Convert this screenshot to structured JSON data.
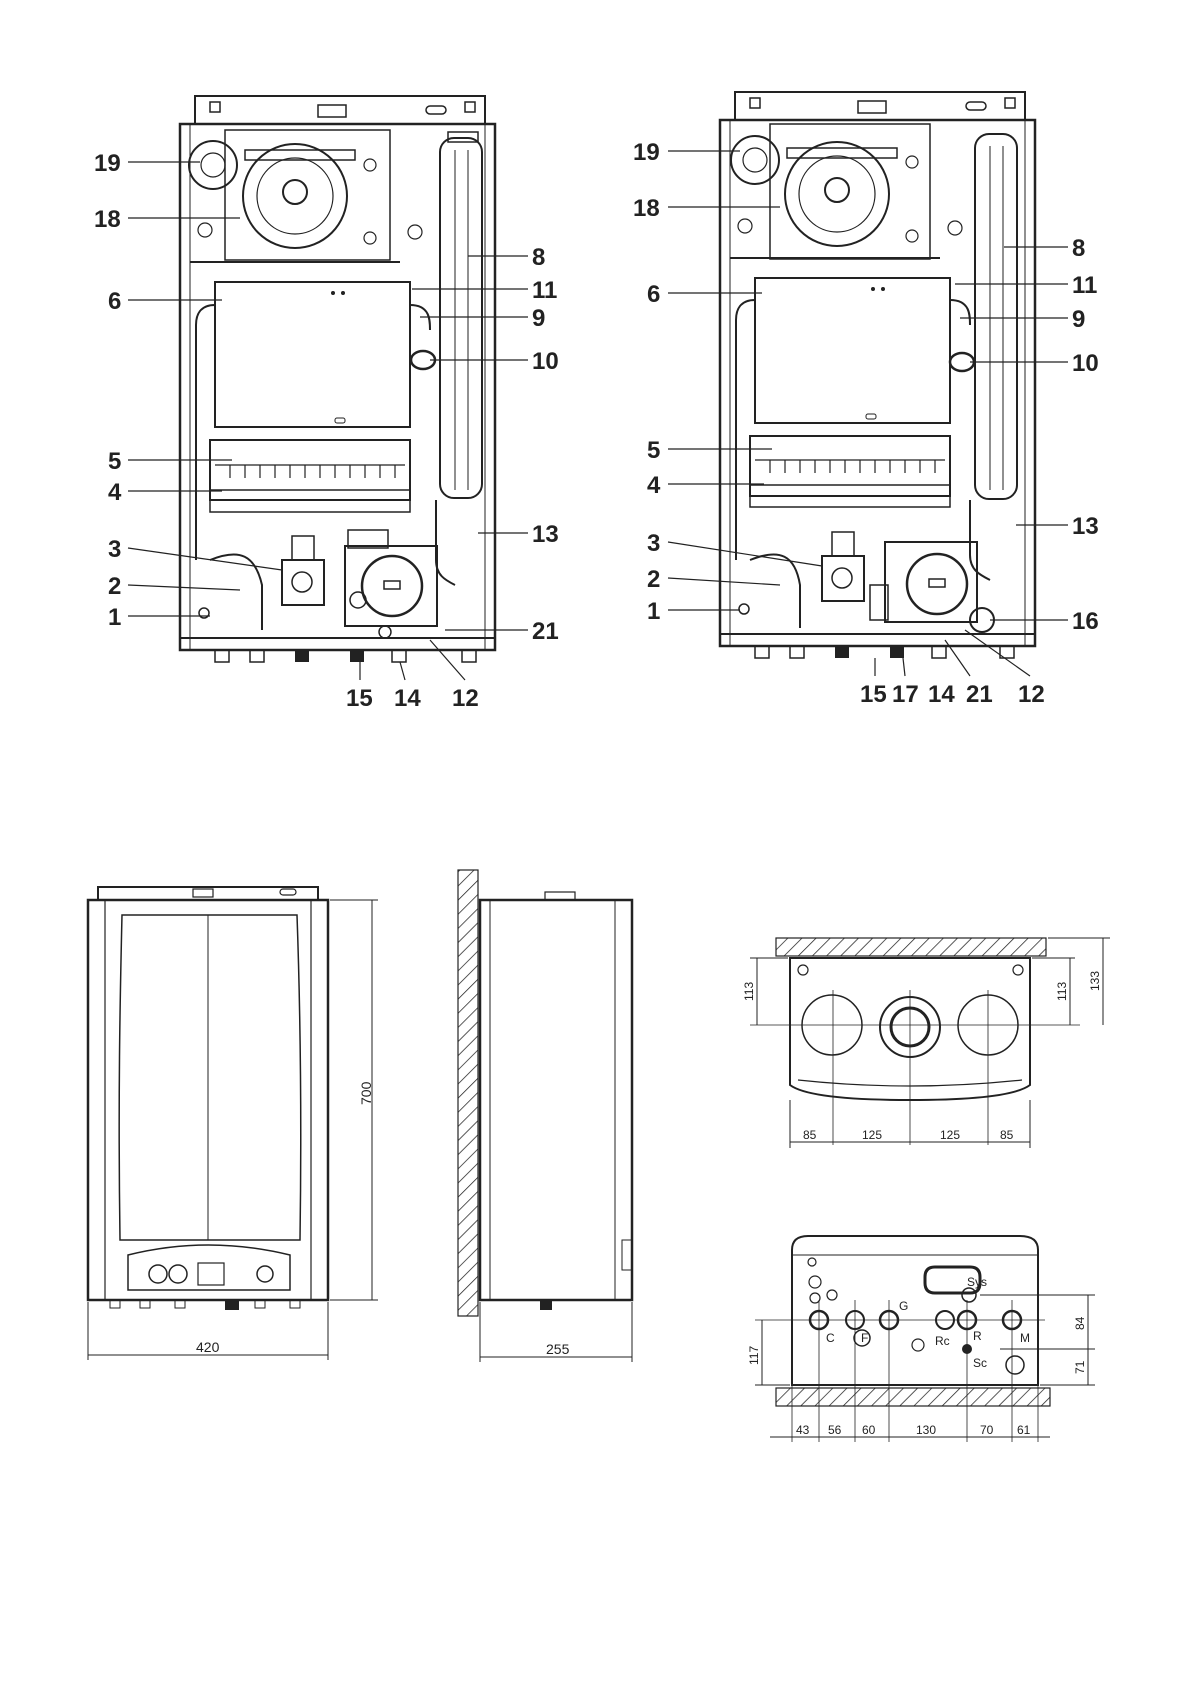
{
  "views": {
    "left": {
      "callouts_left": [
        "19",
        "18",
        "6",
        "5",
        "4",
        "3",
        "2",
        "1"
      ],
      "callouts_right": [
        "8",
        "11",
        "9",
        "10",
        "13",
        "21"
      ],
      "callouts_bottom": [
        "15",
        "14",
        "12"
      ]
    },
    "right": {
      "callouts_left": [
        "19",
        "18",
        "6",
        "5",
        "4",
        "3",
        "2",
        "1"
      ],
      "callouts_right": [
        "8",
        "11",
        "9",
        "10",
        "13",
        "16"
      ],
      "callouts_bottom": [
        "15",
        "17",
        "14",
        "21",
        "12"
      ]
    }
  },
  "dimensions": {
    "front": {
      "height": "700",
      "width": "420"
    },
    "side": {
      "depth": "255"
    },
    "top": {
      "left_v1": "113",
      "right_v1": "113",
      "right_v2": "133",
      "h": [
        "85",
        "125",
        "125",
        "85"
      ]
    },
    "bottom": {
      "v_upper": "84",
      "v_lower": "71",
      "v_left": "117",
      "h": [
        "43",
        "56",
        "60",
        "130",
        "70",
        "61"
      ],
      "connections": {
        "sys": "Sys",
        "c": "C",
        "f": "F",
        "g": "G",
        "rc": "Rc",
        "r": "R",
        "sc": "Sc",
        "m": "M"
      }
    }
  }
}
